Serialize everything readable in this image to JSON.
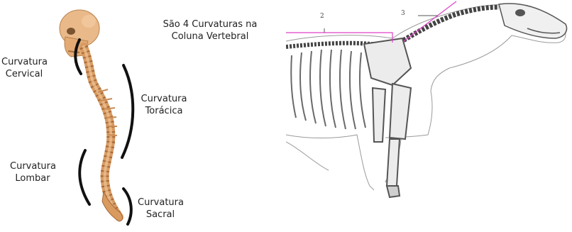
{
  "title": {
    "line1": "São 4 Curvaturas na",
    "line2": "Coluna Vertebral"
  },
  "curvatures": [
    {
      "line1": "Curvatura",
      "line2": "Cervical"
    },
    {
      "line1": "Curvatura",
      "line2": "Torácica"
    },
    {
      "line1": "Curvatura",
      "line2": "Lombar"
    },
    {
      "line1": "Curvatura",
      "line2": "Sacral"
    }
  ],
  "horse_labels": {
    "label_a": "2",
    "label_b": "3"
  },
  "colors": {
    "bone": "#e8b47a",
    "bone_dark": "#c98a52",
    "callout_line": "#e040c8",
    "bracket": "#111111"
  }
}
